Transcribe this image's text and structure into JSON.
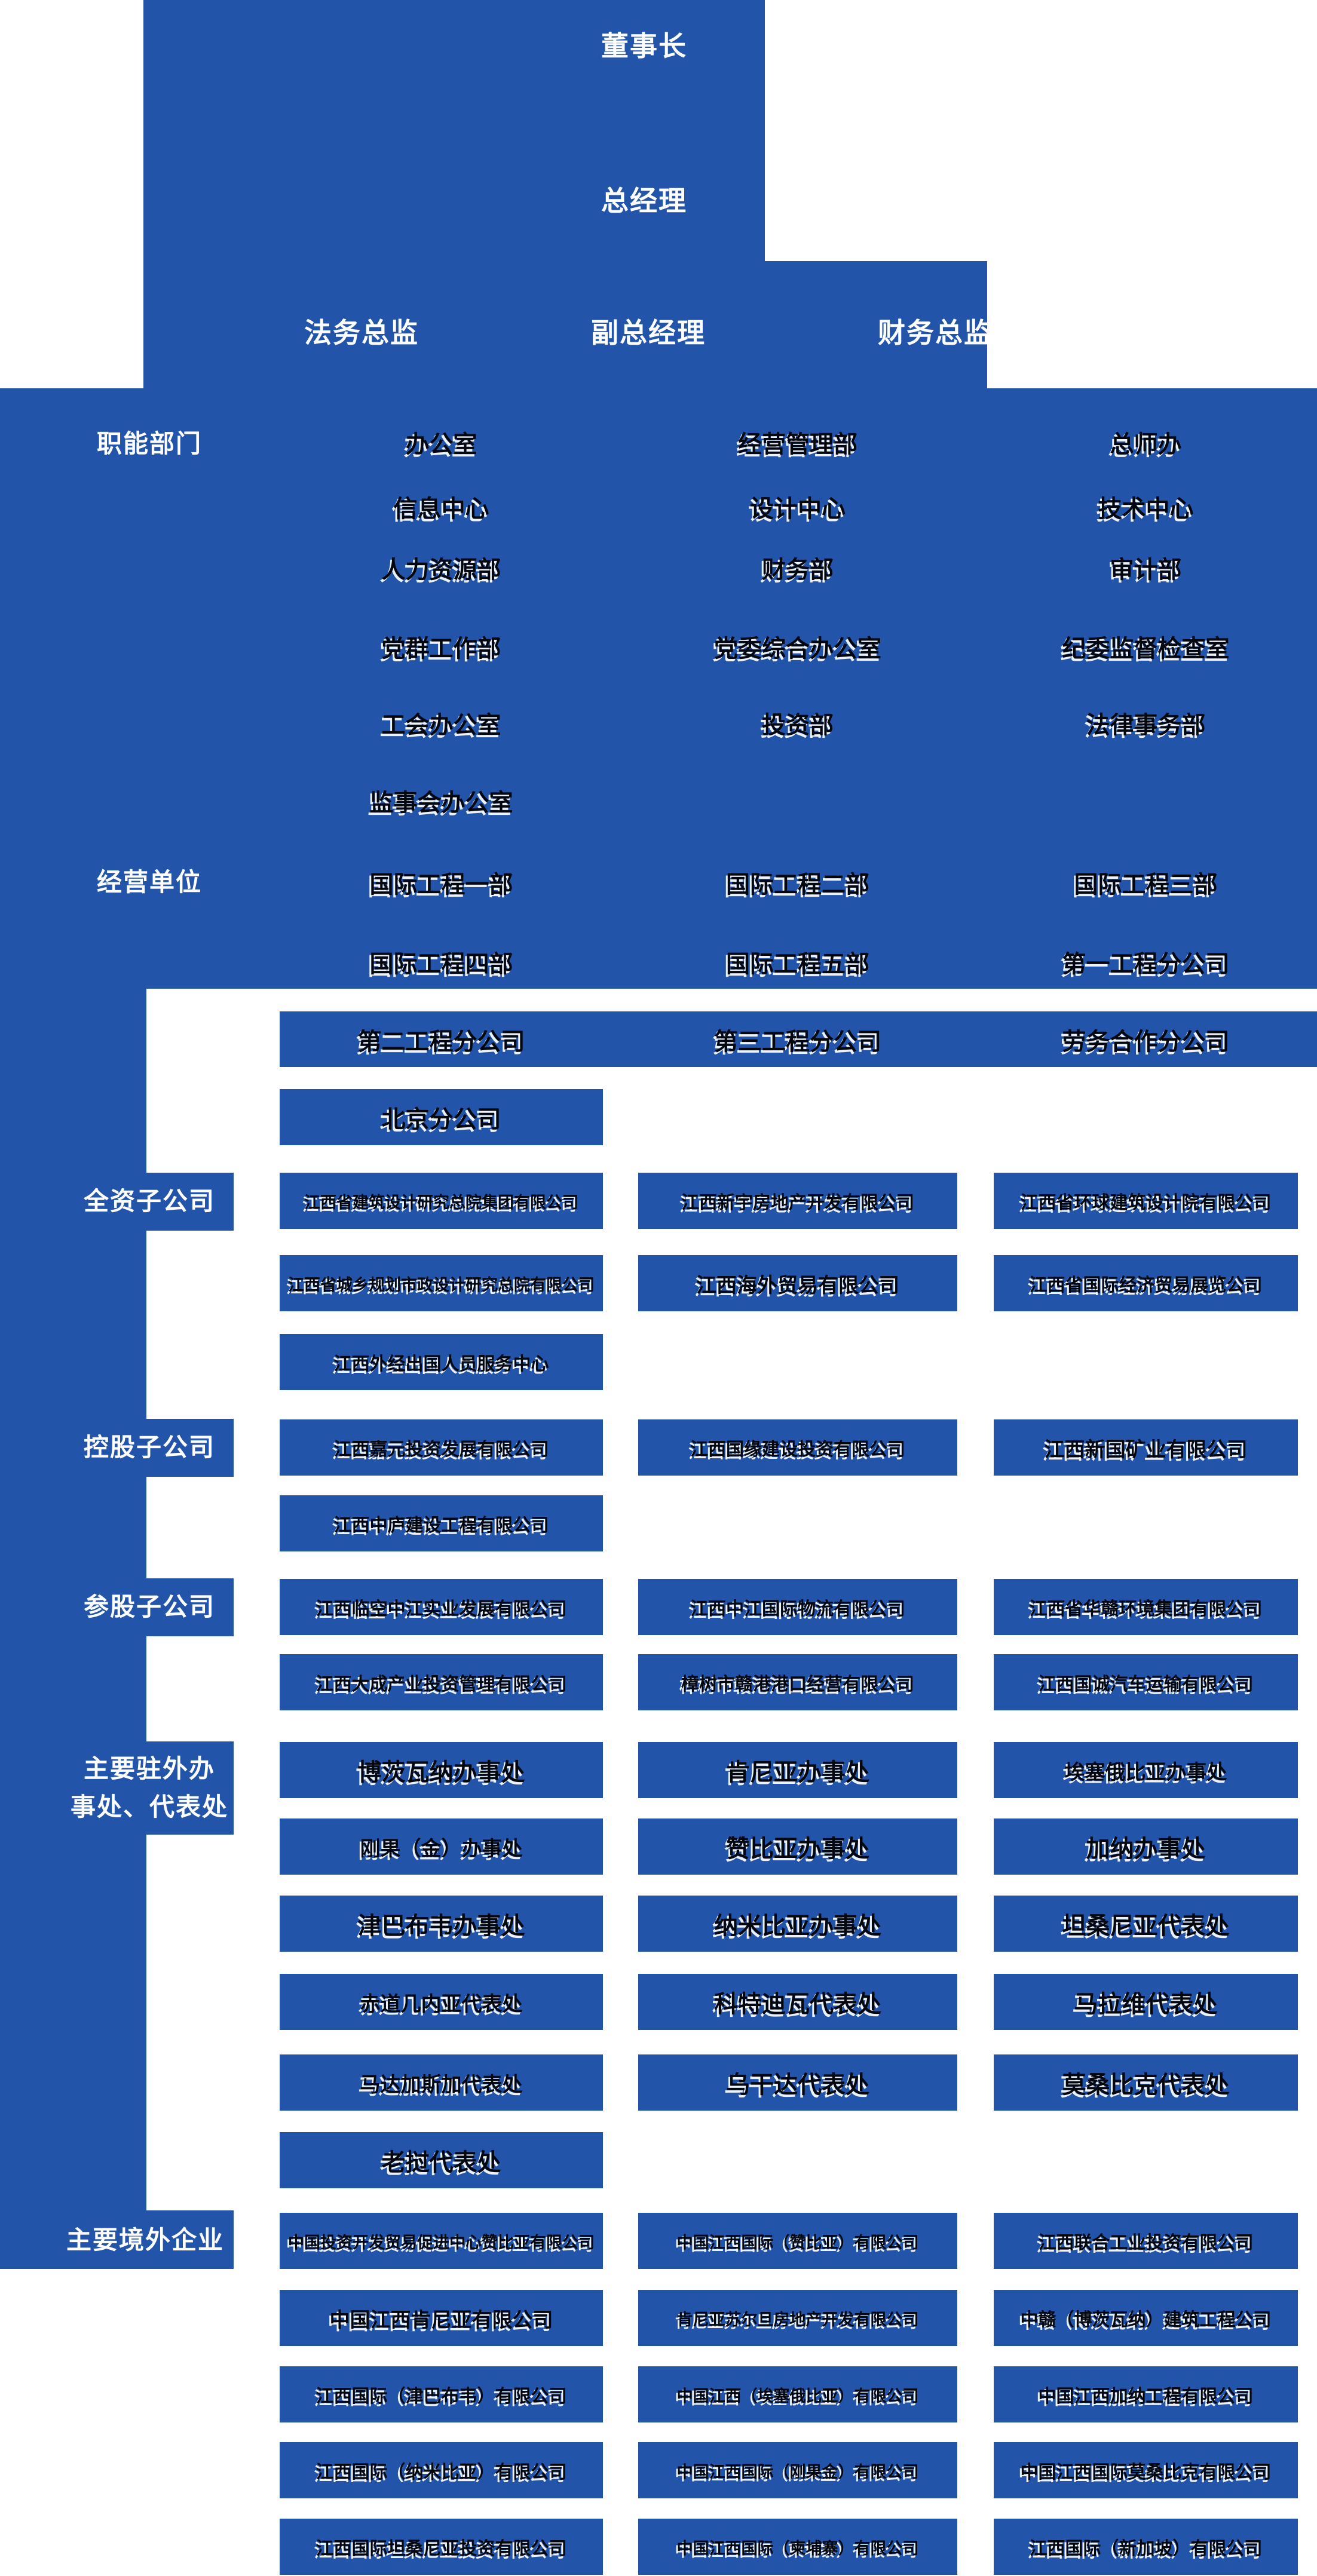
{
  "colors": {
    "blue": "#2254aa"
  },
  "top": {
    "chairman": "董事长",
    "general_manager": "总经理",
    "legal_director": "法务总监",
    "deputy_general_manager": "副总经理",
    "finance_director": "财务总监"
  },
  "sections": [
    {
      "id": "functional-departments",
      "label": "职能部门",
      "rows": [
        [
          "办公室",
          "经营管理部",
          "总师办"
        ],
        [
          "信息中心",
          "设计中心",
          "技术中心"
        ],
        [
          "人力资源部",
          "财务部",
          "审计部"
        ],
        [
          "党群工作部",
          "党委综合办公室",
          "纪委监督检查室"
        ],
        [
          "工会办公室",
          "投资部",
          "法律事务部"
        ],
        [
          "监事会办公室",
          null,
          null
        ]
      ]
    },
    {
      "id": "business-units",
      "label": "经营单位",
      "rows": [
        [
          "国际工程一部",
          "国际工程二部",
          "国际工程三部"
        ],
        [
          "国际工程四部",
          "国际工程五部",
          "第一工程分公司"
        ],
        [
          "第二工程分公司",
          "第三工程分公司",
          "劳务合作分公司"
        ],
        [
          "北京分公司",
          null,
          null
        ]
      ]
    },
    {
      "id": "wholly-owned-subsidiaries",
      "label": "全资子公司",
      "rows": [
        [
          "江西省建筑设计研究总院集团有限公司",
          "江西新宇房地产开发有限公司",
          "江西省环球建筑设计院有限公司"
        ],
        [
          "江西省城乡规划市政设计研究总院有限公司",
          "江西海外贸易有限公司",
          "江西省国际经济贸易展览公司"
        ],
        [
          "江西外经出国人员服务中心",
          null,
          null
        ]
      ]
    },
    {
      "id": "holding-subsidiaries",
      "label": "控股子公司",
      "rows": [
        [
          "江西嘉元投资发展有限公司",
          "江西国缘建设投资有限公司",
          "江西新国矿业有限公司"
        ],
        [
          "江西中庐建设工程有限公司",
          null,
          null
        ]
      ]
    },
    {
      "id": "minority-stake-subsidiaries",
      "label": "参股子公司",
      "rows": [
        [
          "江西临空中江实业发展有限公司",
          "江西中江国际物流有限公司",
          "江西省华赣环境集团有限公司"
        ],
        [
          "江西大成产业投资管理有限公司",
          "樟树市赣港港口经营有限公司",
          "江西国诚汽车运输有限公司"
        ]
      ]
    },
    {
      "id": "overseas-offices",
      "label": [
        "主要驻外办",
        "事处、代表处"
      ],
      "rows": [
        [
          "博茨瓦纳办事处",
          "肯尼亚办事处",
          "埃塞俄比亚办事处"
        ],
        [
          "刚果（金）办事处",
          "赞比亚办事处",
          "加纳办事处"
        ],
        [
          "津巴布韦办事处",
          "纳米比亚办事处",
          "坦桑尼亚代表处"
        ],
        [
          "赤道几内亚代表处",
          "科特迪瓦代表处",
          "马拉维代表处"
        ],
        [
          "马达加斯加代表处",
          "乌干达代表处",
          "莫桑比克代表处"
        ],
        [
          "老挝代表处",
          null,
          null
        ]
      ]
    },
    {
      "id": "overseas-enterprises",
      "label": "主要境外企业",
      "rows": [
        [
          "中国投资开发贸易促进中心赞比亚有限公司",
          "中国江西国际（赞比亚）有限公司",
          "江西联合工业投资有限公司"
        ],
        [
          "中国江西肯尼亚有限公司",
          "肯尼亚苏尔旦房地产开发有限公司",
          "中赣（博茨瓦纳）建筑工程公司"
        ],
        [
          "江西国际（津巴布韦）有限公司",
          "中国江西（埃塞俄比亚）有限公司",
          "中国江西加纳工程有限公司"
        ],
        [
          "江西国际（纳米比亚）有限公司",
          "中国江西国际（刚果金）有限公司",
          "中国江西国际莫桑比克有限公司"
        ],
        [
          "江西国际坦桑尼亚投资有限公司",
          "中国江西国际（柬埔寨）有限公司",
          "江西国际（新加坡）有限公司"
        ]
      ]
    }
  ]
}
